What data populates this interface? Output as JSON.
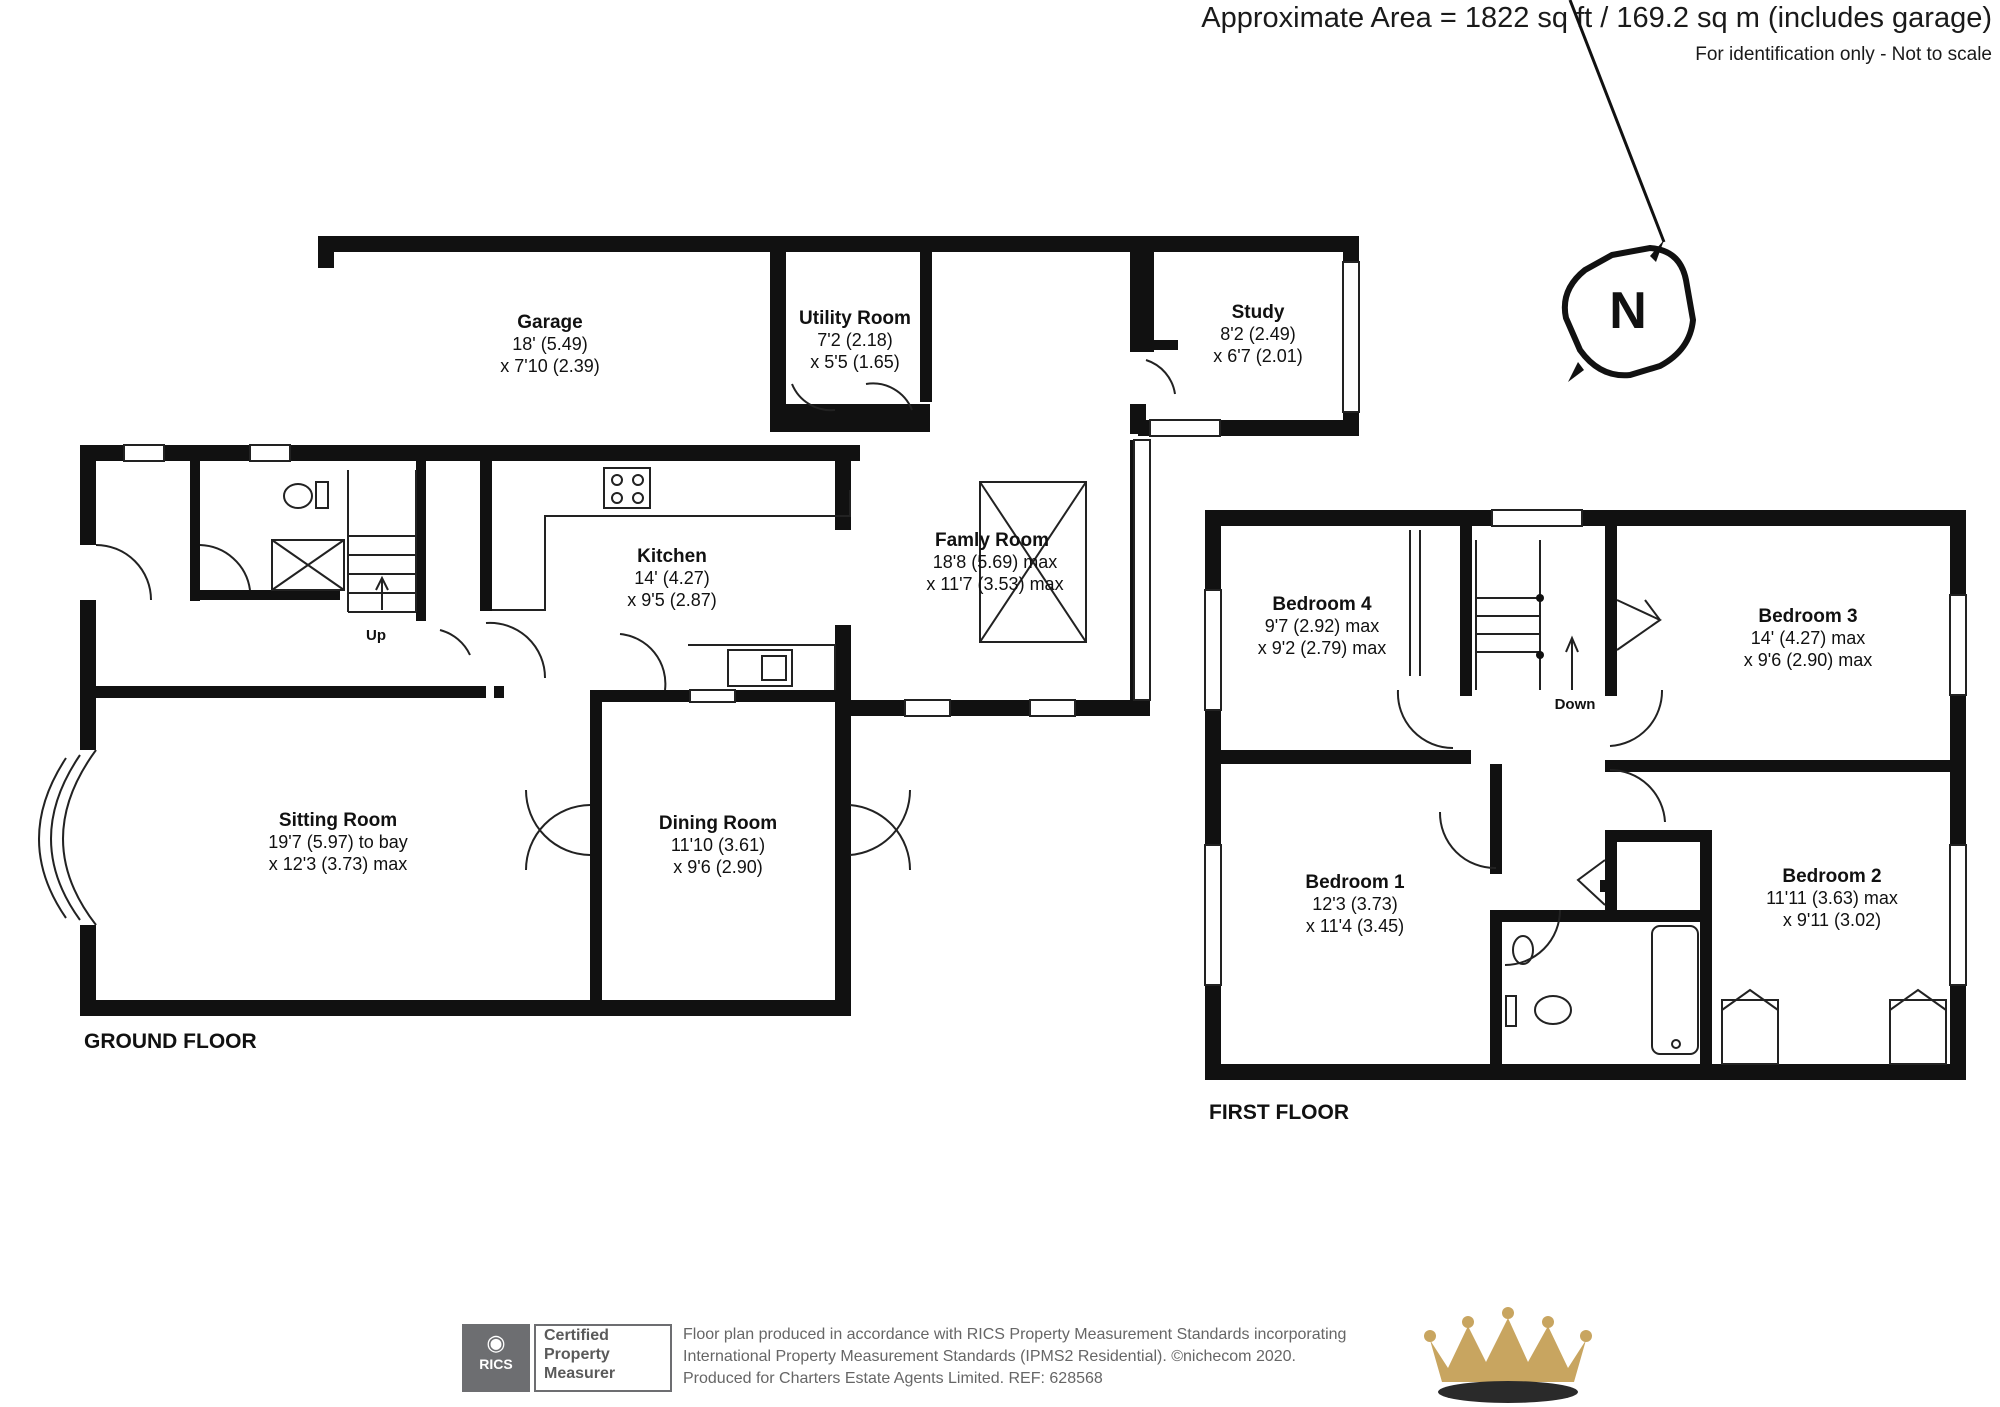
{
  "header": {
    "area": "Approximate Area = 1822 sq ft / 169.2 sq m (includes garage)",
    "note": "For identification only - Not to scale"
  },
  "compass": {
    "letter": "N",
    "icon": "north-arrow-icon"
  },
  "ground_floor": {
    "label": "GROUND FLOOR",
    "stair_label": "Up",
    "rooms": [
      {
        "name": "Garage",
        "dims": [
          "18' (5.49)",
          "x 7'10 (2.39)"
        ]
      },
      {
        "name": "Utility Room",
        "dims": [
          "7'2 (2.18)",
          "x 5'5 (1.65)"
        ]
      },
      {
        "name": "Study",
        "dims": [
          "8'2 (2.49)",
          "x 6'7 (2.01)"
        ]
      },
      {
        "name": "Kitchen",
        "dims": [
          "14' (4.27)",
          "x 9'5 (2.87)"
        ]
      },
      {
        "name": "Famly Room",
        "dims": [
          "18'8 (5.69) max",
          "x 11'7 (3.53) max"
        ]
      },
      {
        "name": "Sitting Room",
        "dims": [
          "19'7 (5.97) to bay",
          "x 12'3 (3.73) max"
        ]
      },
      {
        "name": "Dining Room",
        "dims": [
          "11'10 (3.61)",
          "x 9'6 (2.90)"
        ]
      }
    ]
  },
  "first_floor": {
    "label": "FIRST FLOOR",
    "stair_label": "Down",
    "rooms": [
      {
        "name": "Bedroom 4",
        "dims": [
          "9'7 (2.92) max",
          "x 9'2 (2.79) max"
        ]
      },
      {
        "name": "Bedroom 3",
        "dims": [
          "14' (4.27) max",
          "x 9'6 (2.90) max"
        ]
      },
      {
        "name": "Bedroom 1",
        "dims": [
          "12'3 (3.73)",
          "x 11'4 (3.45)"
        ]
      },
      {
        "name": "Bedroom 2",
        "dims": [
          "11'11 (3.63) max",
          "x 9'11 (3.02)"
        ]
      }
    ]
  },
  "footer": {
    "badge": {
      "rics": "RICS",
      "line1": "Certified",
      "line2": "Property",
      "line3": "Measurer"
    },
    "lines": [
      "Floor plan produced in accordance with RICS Property Measurement Standards incorporating",
      "International Property Measurement Standards (IPMS2 Residential).  ©nichecom 2020.",
      "Produced for Charters Estate Agents Limited.   REF:  628568"
    ],
    "logo": "crown-logo-icon"
  }
}
